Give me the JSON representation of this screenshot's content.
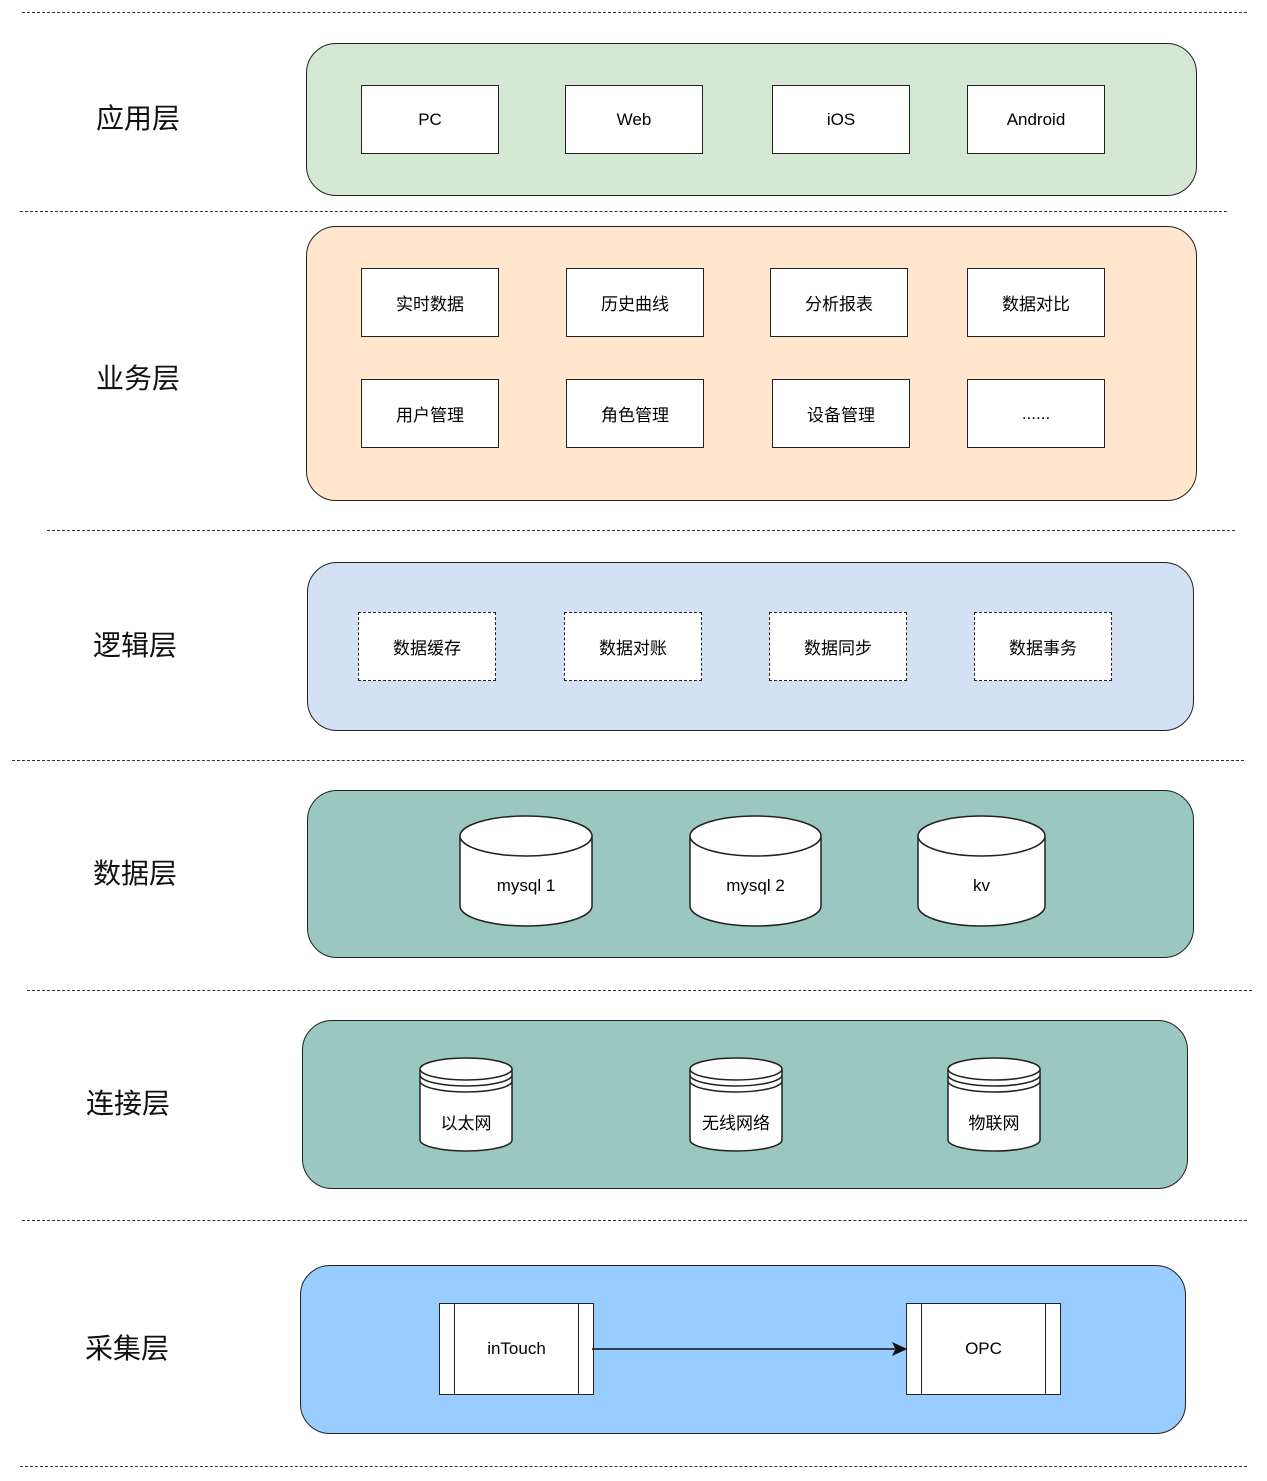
{
  "layers": {
    "application": {
      "label": "应用层",
      "color": "#d5e8d4",
      "items": [
        "PC",
        "Web",
        "iOS",
        "Android"
      ]
    },
    "business": {
      "label": "业务层",
      "color": "#ffe6cc",
      "items": [
        "实时数据",
        "历史曲线",
        "分析报表",
        "数据对比",
        "用户管理",
        "角色管理",
        "设备管理",
        "......"
      ]
    },
    "logic": {
      "label": "逻辑层",
      "color": "#d4e1f5",
      "items": [
        "数据缓存",
        "数据对账",
        "数据同步",
        "数据事务"
      ]
    },
    "data": {
      "label": "数据层",
      "color": "#9ac7bf",
      "items": [
        "mysql 1",
        "mysql 2",
        "kv"
      ]
    },
    "connection": {
      "label": "连接层",
      "color": "#9ac7bf",
      "items": [
        "以太网",
        "无线网络",
        "物联网"
      ]
    },
    "collection": {
      "label": "采集层",
      "color": "#99ccff",
      "items": [
        "inTouch",
        "OPC"
      ]
    }
  }
}
